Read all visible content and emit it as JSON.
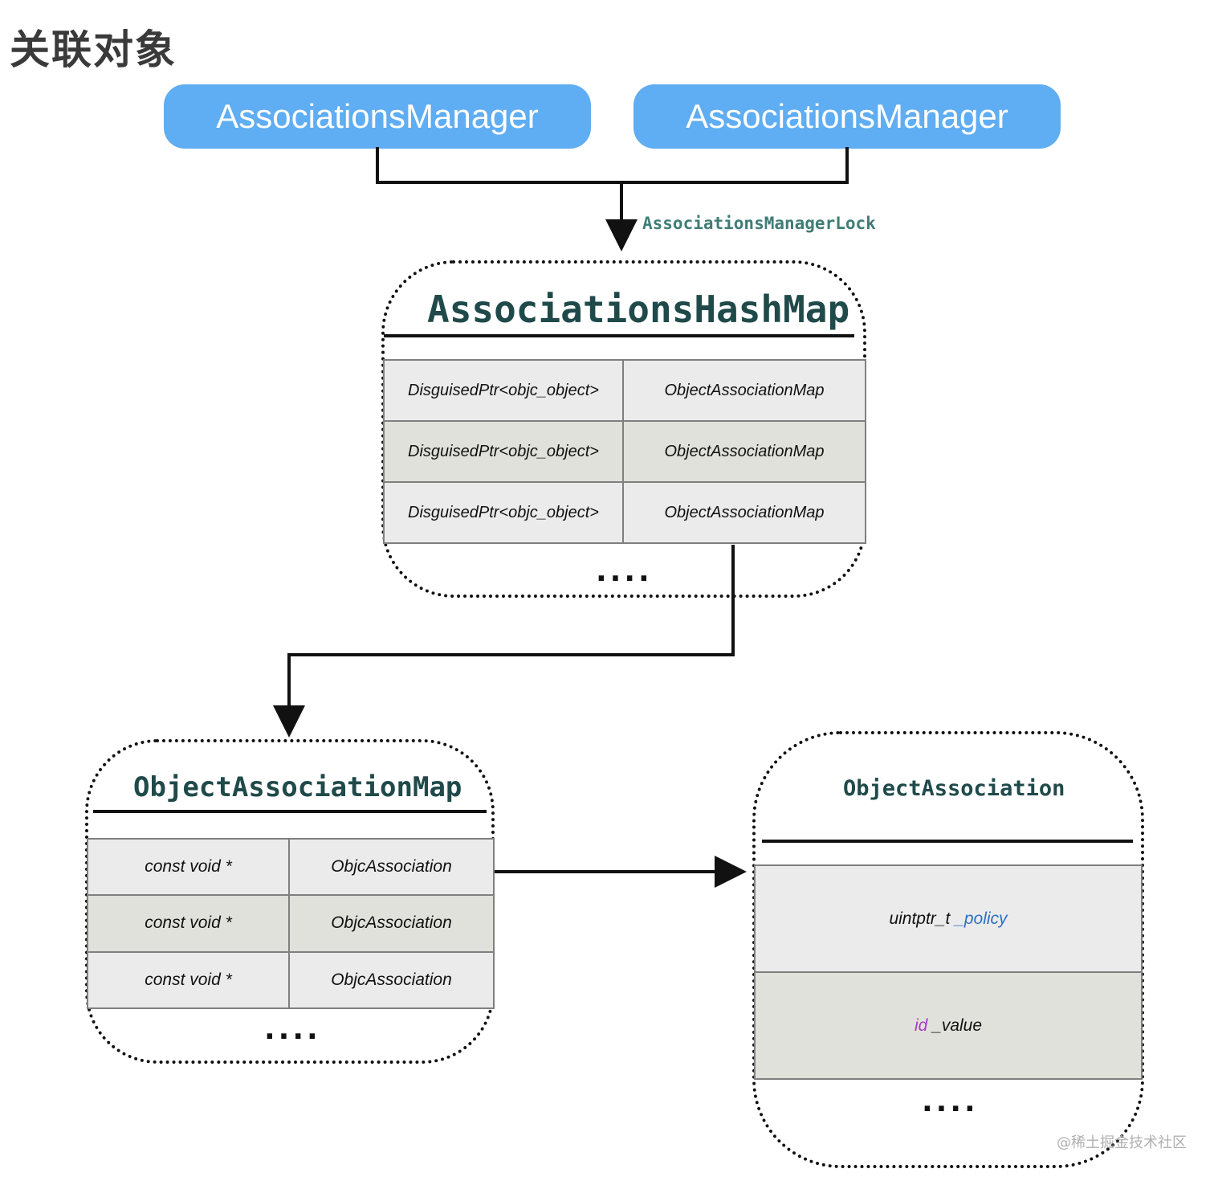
{
  "title": "关联对象",
  "managers": [
    {
      "label": "AssociationsManager"
    },
    {
      "label": "AssociationsManager"
    }
  ],
  "lock_label": "AssociationsManagerLock",
  "hashmap": {
    "title": "AssociationsHashMap",
    "rows": [
      {
        "key": "DisguisedPtr<objc_object>",
        "value": "ObjectAssociationMap"
      },
      {
        "key": "DisguisedPtr<objc_object>",
        "value": "ObjectAssociationMap"
      },
      {
        "key": "DisguisedPtr<objc_object>",
        "value": "ObjectAssociationMap"
      }
    ],
    "ellipsis": "...."
  },
  "object_association_map": {
    "title": "ObjectAssociationMap",
    "rows": [
      {
        "key": "const void *",
        "value": "ObjcAssociation"
      },
      {
        "key": "const void *",
        "value": "ObjcAssociation"
      },
      {
        "key": "const void *",
        "value": "ObjcAssociation"
      }
    ],
    "ellipsis": "...."
  },
  "object_association": {
    "title": "ObjectAssociation",
    "policy_type": "uintptr_t",
    "policy_name": "_policy",
    "value_type": "id",
    "value_name": "_value",
    "ellipsis": "...."
  },
  "watermark": "@稀土掘金技术社区",
  "colors": {
    "pill": "#5fadf2",
    "title_text": "#204a4a",
    "lock_text": "#3f7d76",
    "keyword_purple": "#a93ac7",
    "keyword_blue": "#2f6fc4"
  }
}
